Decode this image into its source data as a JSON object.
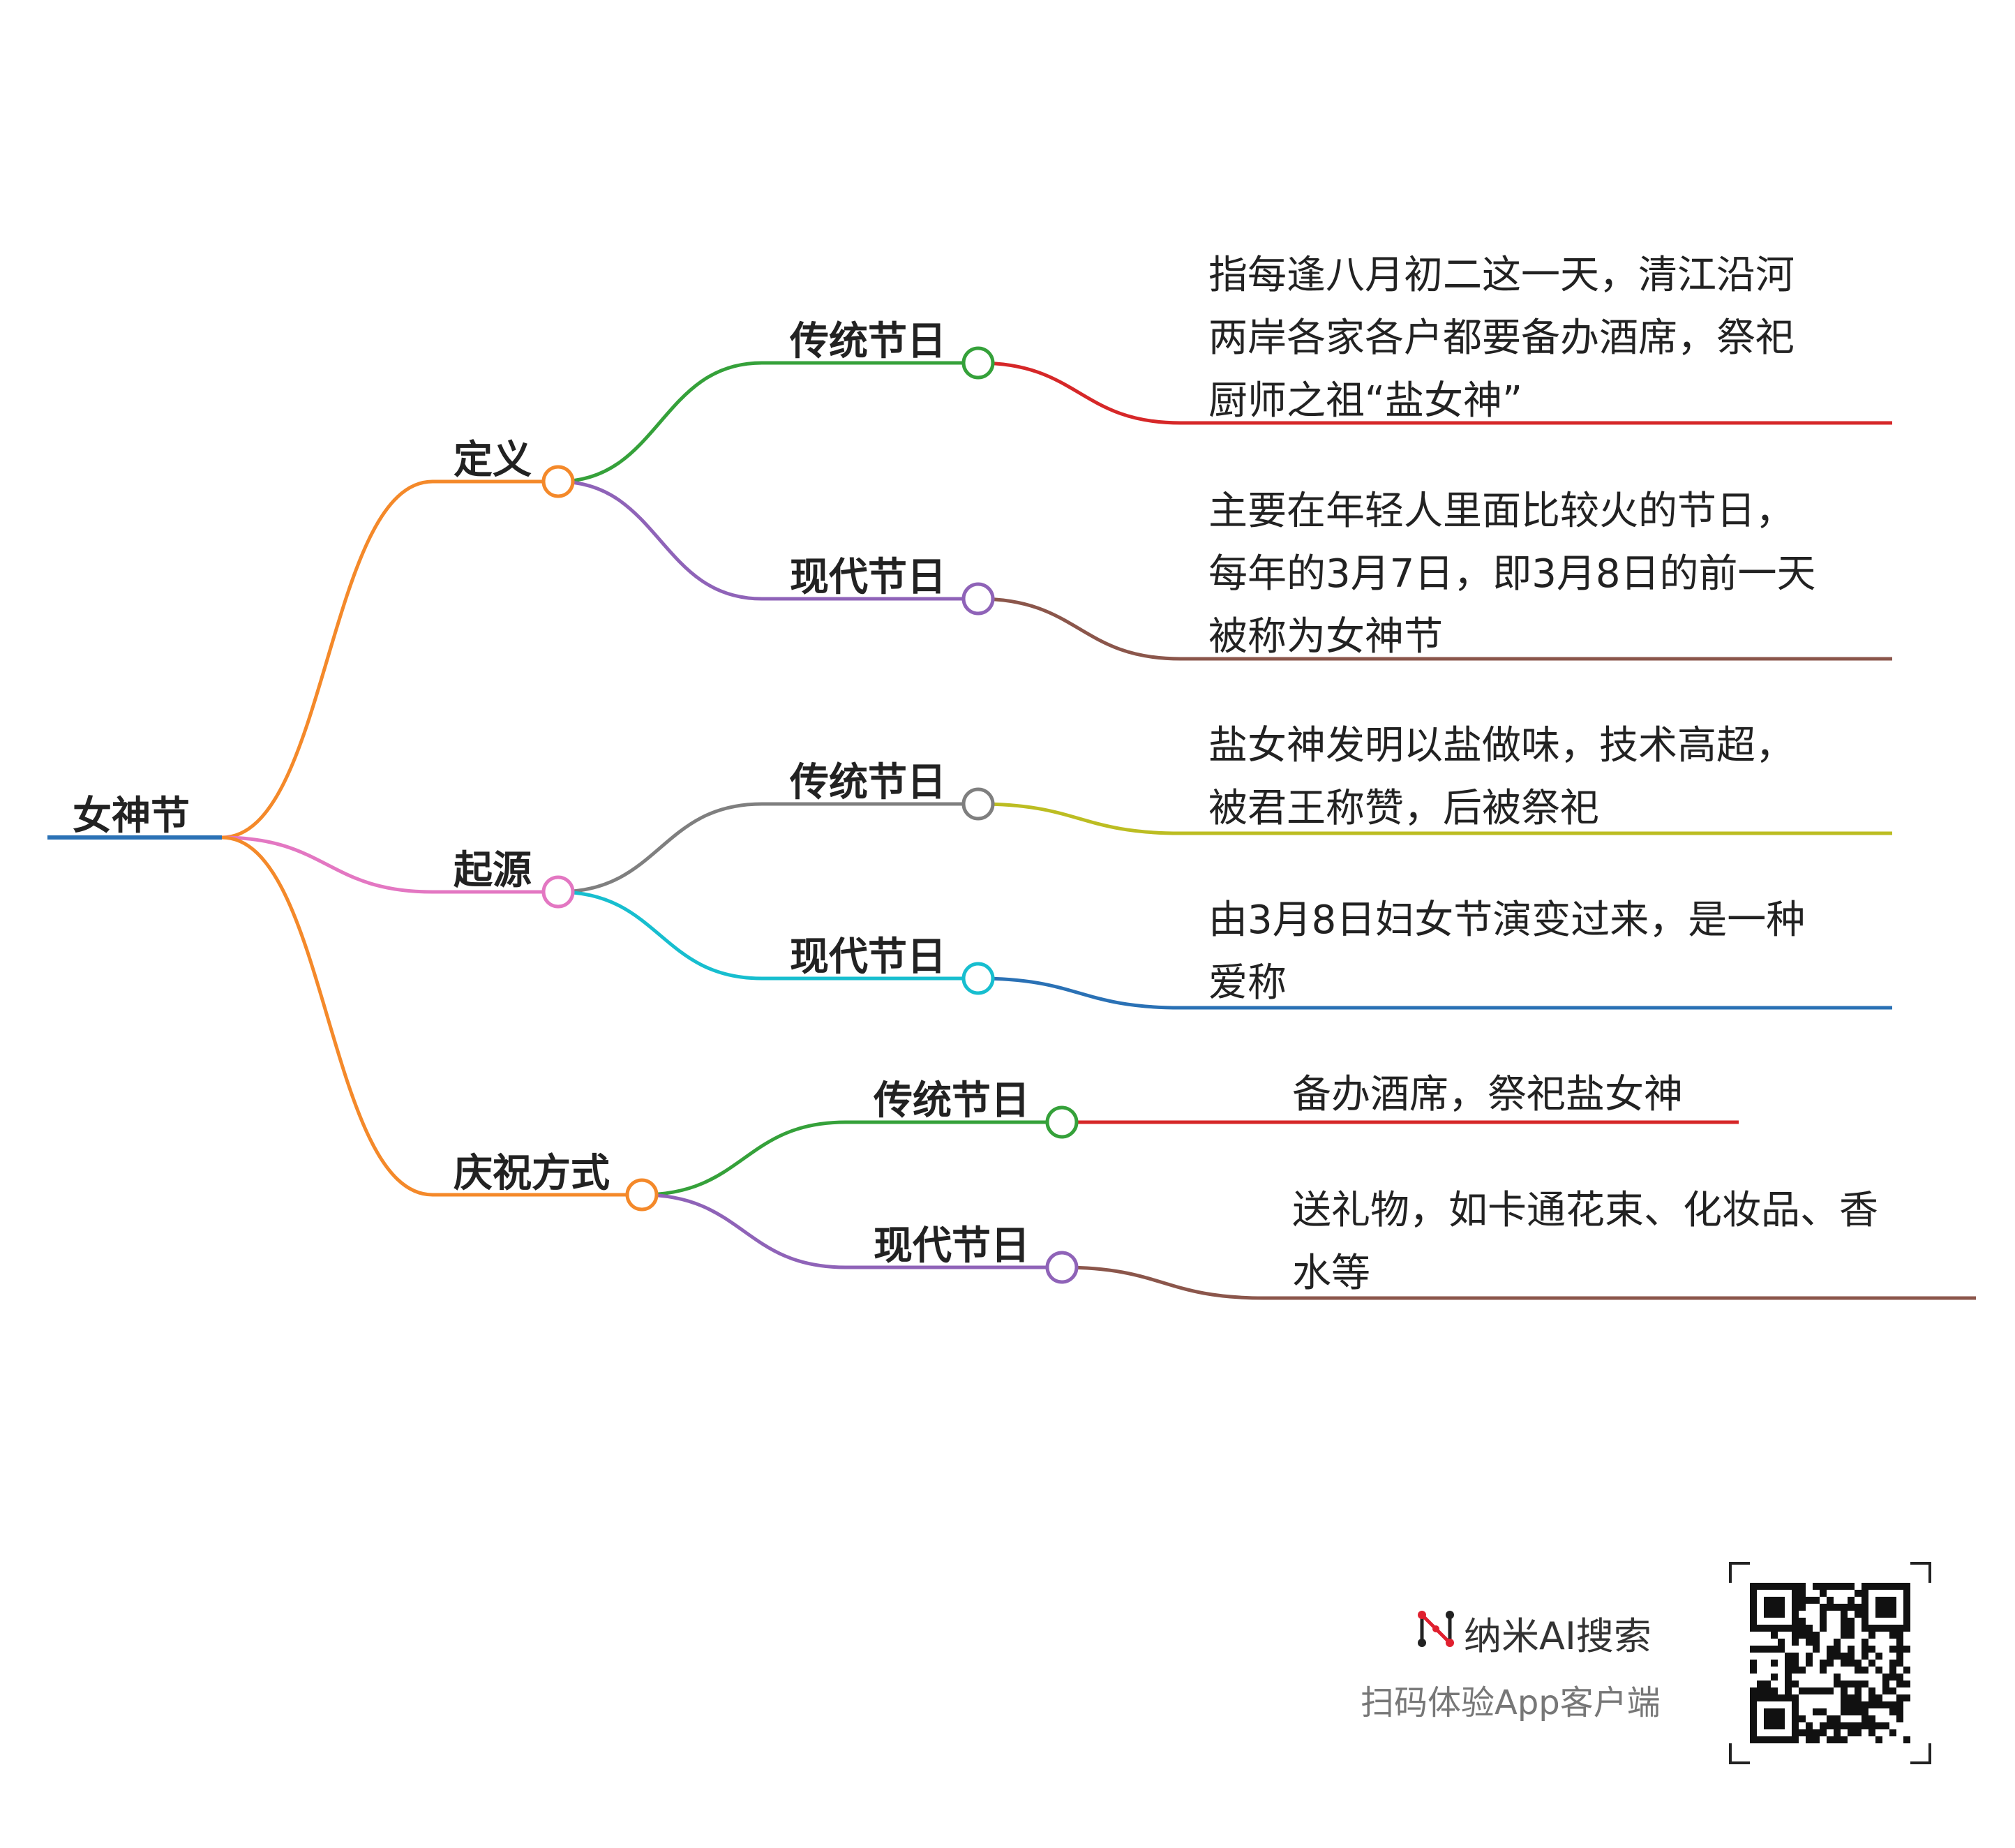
{
  "root": {
    "label": "女神节",
    "color": "#2a71b5"
  },
  "branches": [
    {
      "label": "定义",
      "color": "#f4892a",
      "children": [
        {
          "label": "传统节日",
          "color": "#35a13a",
          "leaf_color": "#d62728",
          "lines": [
            "指每逢八月初二这一天，清江沿河",
            "两岸各家各户都要备办酒席，祭祀",
            "厨师之祖“盐女神”"
          ]
        },
        {
          "label": "现代节日",
          "color": "#8f63b8",
          "leaf_color": "#8b564b",
          "lines": [
            "主要在年轻人里面比较火的节日，",
            "每年的3月7日，即3月8日的前一天",
            "被称为女神节"
          ]
        }
      ]
    },
    {
      "label": "起源",
      "color": "#e377c2",
      "children": [
        {
          "label": "传统节日",
          "color": "#7f7f7f",
          "leaf_color": "#bcbd22",
          "lines": [
            "盐女神发明以盐做味，技术高超，",
            "被君王称赞，后被祭祀"
          ]
        },
        {
          "label": "现代节日",
          "color": "#17becf",
          "leaf_color": "#2a71b5",
          "lines": [
            "由3月8日妇女节演变过来，是一种",
            "爱称"
          ]
        }
      ]
    },
    {
      "label": "庆祝方式",
      "color": "#f4892a",
      "children": [
        {
          "label": "传统节日",
          "color": "#35a13a",
          "leaf_color": "#d62728",
          "lines": [
            "备办酒席，祭祀盐女神"
          ]
        },
        {
          "label": "现代节日",
          "color": "#8f63b8",
          "leaf_color": "#8b564b",
          "lines": [
            "送礼物，如卡通花束、化妆品、香",
            "水等"
          ]
        }
      ]
    }
  ],
  "footer": {
    "brand": "纳米AI搜索",
    "tagline": "扫码体验App客户端",
    "logo_icon": "nano-ai-logo-icon",
    "qr_icon": "qr-code-icon"
  }
}
